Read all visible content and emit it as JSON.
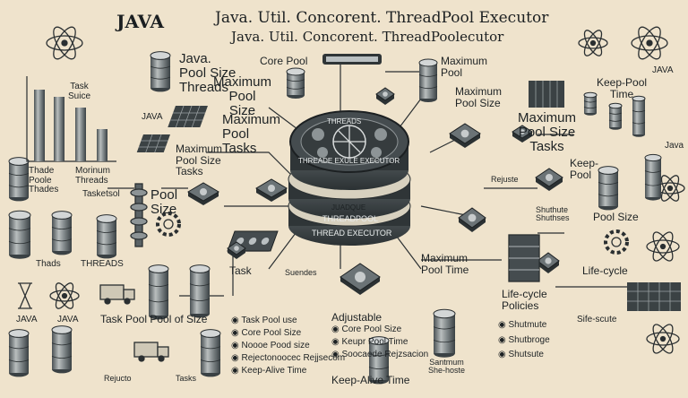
{
  "header": {
    "brand": "JAVA",
    "title_line1": "Java. Util. Concorent. ThreadPool Executor",
    "title_line2": "Java. Util. Concorent. ThreadPoolecutor"
  },
  "center_stack": {
    "top_label": "THREADS",
    "ring_label": "THREADE EXULE EXECUTOR",
    "layer1": "JUADQUE",
    "layer2": "THREADPOOL",
    "layer3": "THREAD EXECUTOR"
  },
  "labels": {
    "left_java_top": "JAVA",
    "pool_size_block": "Java.\nPool Size\nThreads",
    "core_pool": "Core Pool",
    "maximum_pool_size_a": "Maximum\nPool\nSize",
    "maximum_pool_size_b": "Maximum\nPool\nTasks",
    "maximum_pool_size_c": "Maximum\nPool Size\nTasks",
    "task_suice": "Task\nSuice",
    "java_mid": "JAVA",
    "thade_poole": "Thade\nPoole\nThades",
    "morinum_threads": "Morinum\nThreads",
    "tasketol": "Tasketsol",
    "pool_size_left": "Pool\nSize",
    "thads": "Thads",
    "threads": "THREADS",
    "java_bottom1": "JAVA",
    "java_bottom2": "JAVA",
    "task_pool": "Task Pool Pool of Size",
    "task": "Task",
    "suendes": "Suendes",
    "rejucto": "Rejucto",
    "tasks": "Tasks",
    "maximum_right": "Maximum\nPool",
    "maximum_pool_size_right": "Maximum\nPool Size",
    "maximum_pool_size_tasks": "Maximum\nPool Size\nTasks",
    "java_right_top": "JAVA",
    "keep_pool_time": "Keep-Pool\nTime",
    "java_right_mid": "Java",
    "keep_pool": "Keep-\nPool",
    "rejuste": "Rejuste",
    "shuthute": "Shuthute\nShuthses",
    "pool_size_right": "Pool Size",
    "maximum_pool_time": "Maximum\nPool Time",
    "life_cycle": "Life-cycle",
    "life_cycle_policies": "Life-cycle\nPolicies",
    "shutmute": "Shutmute",
    "shutbrote": "Shutbroge",
    "shutsute": "Shutsute",
    "sife_scute": "Sife-scute",
    "adjustable": "Adjustable",
    "santmum": "Santmum\nShe-hoste",
    "keep_alive_time_right": "Keep-Alive Time"
  },
  "legend_left": [
    "Task Pool use",
    "Core Pool Size",
    "Noooe Pood size",
    "Rejectonoocec Rejjsecom",
    "Keep-Alive Time"
  ],
  "legend_mid": [
    "Core Pool Size",
    "Keupr Pool Time",
    "Soocaede Rejzsacion"
  ],
  "colors": {
    "background": "#efe3cc",
    "ink": "#1d2224",
    "metal_dark": "#3d4447",
    "metal_mid": "#7e8588",
    "metal_light": "#c5c9c9"
  }
}
